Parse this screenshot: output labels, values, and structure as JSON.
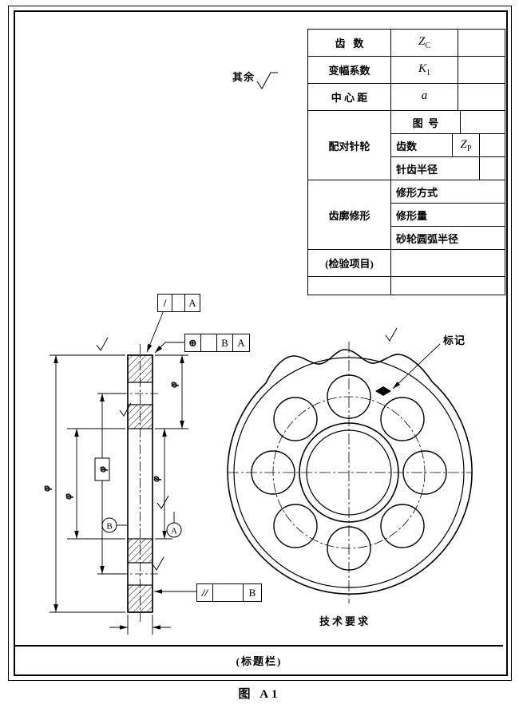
{
  "page": {
    "caption": "图 A1"
  },
  "title_block": {
    "label": "(标题栏)"
  },
  "notes": {
    "tech_req": "技术要求",
    "rest": "其余",
    "mark": "标记"
  },
  "spec_table": {
    "rows": [
      {
        "label": "齿   数",
        "base": "Z",
        "sub": "C"
      },
      {
        "label": "变幅系数",
        "base": "K",
        "sub": "1"
      },
      {
        "label": "中 心 距",
        "base": "a",
        "sub": ""
      }
    ],
    "pin_wheel": {
      "label": "配对针轮",
      "drawing_no": "图  号",
      "teeth_label": "齿数",
      "teeth_base": "Z",
      "teeth_sub": "P",
      "pin_radius": "针齿半径"
    },
    "profile_mod": {
      "label": "齿廓修形",
      "mode": "修形方式",
      "amount": "修形量",
      "wheel_radius": "砂轮圆弧半径"
    },
    "inspection": "(检验项目)"
  },
  "gdt": {
    "angularity": {
      "symbol": "/",
      "datum": "A"
    },
    "position": {
      "symbol": "⊕",
      "datum1": "B",
      "datum2": "A"
    },
    "parallelism": {
      "symbol": "//",
      "datum": "B"
    },
    "datum_a": "A",
    "datum_b": "B"
  },
  "dims": {
    "phi": "φ"
  }
}
